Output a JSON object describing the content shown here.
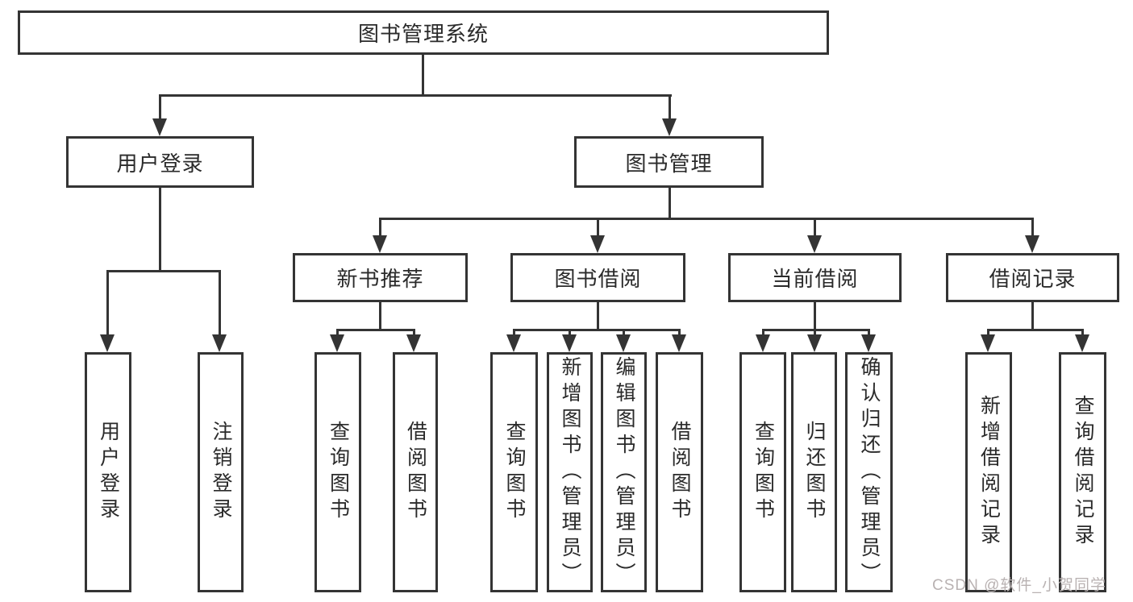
{
  "root": {
    "label": "图书管理系统"
  },
  "level2": {
    "user": {
      "label": "用户登录"
    },
    "book": {
      "label": "图书管理"
    }
  },
  "level3": {
    "recommend": {
      "label": "新书推荐"
    },
    "borrow": {
      "label": "图书借阅"
    },
    "current": {
      "label": "当前借阅"
    },
    "records": {
      "label": "借阅记录"
    }
  },
  "leaves": {
    "user": [
      "用户登录",
      "注销登录"
    ],
    "recommend": [
      "查询图书",
      "借阅图书"
    ],
    "borrow": [
      "查询图书",
      "新增图书（管理员）",
      "编辑图书（管理员）",
      "借阅图书"
    ],
    "current": [
      "查询图书",
      "归还图书",
      "确认归还（管理员）"
    ],
    "records": [
      "新增借阅记录",
      "查询借阅记录"
    ]
  },
  "watermark": {
    "text": "CSDN @软件_小贺同学"
  },
  "colors": {
    "line": "#343434",
    "text": "#2a2a2a",
    "background": "#ffffff",
    "watermark": "#b9b2b2"
  }
}
